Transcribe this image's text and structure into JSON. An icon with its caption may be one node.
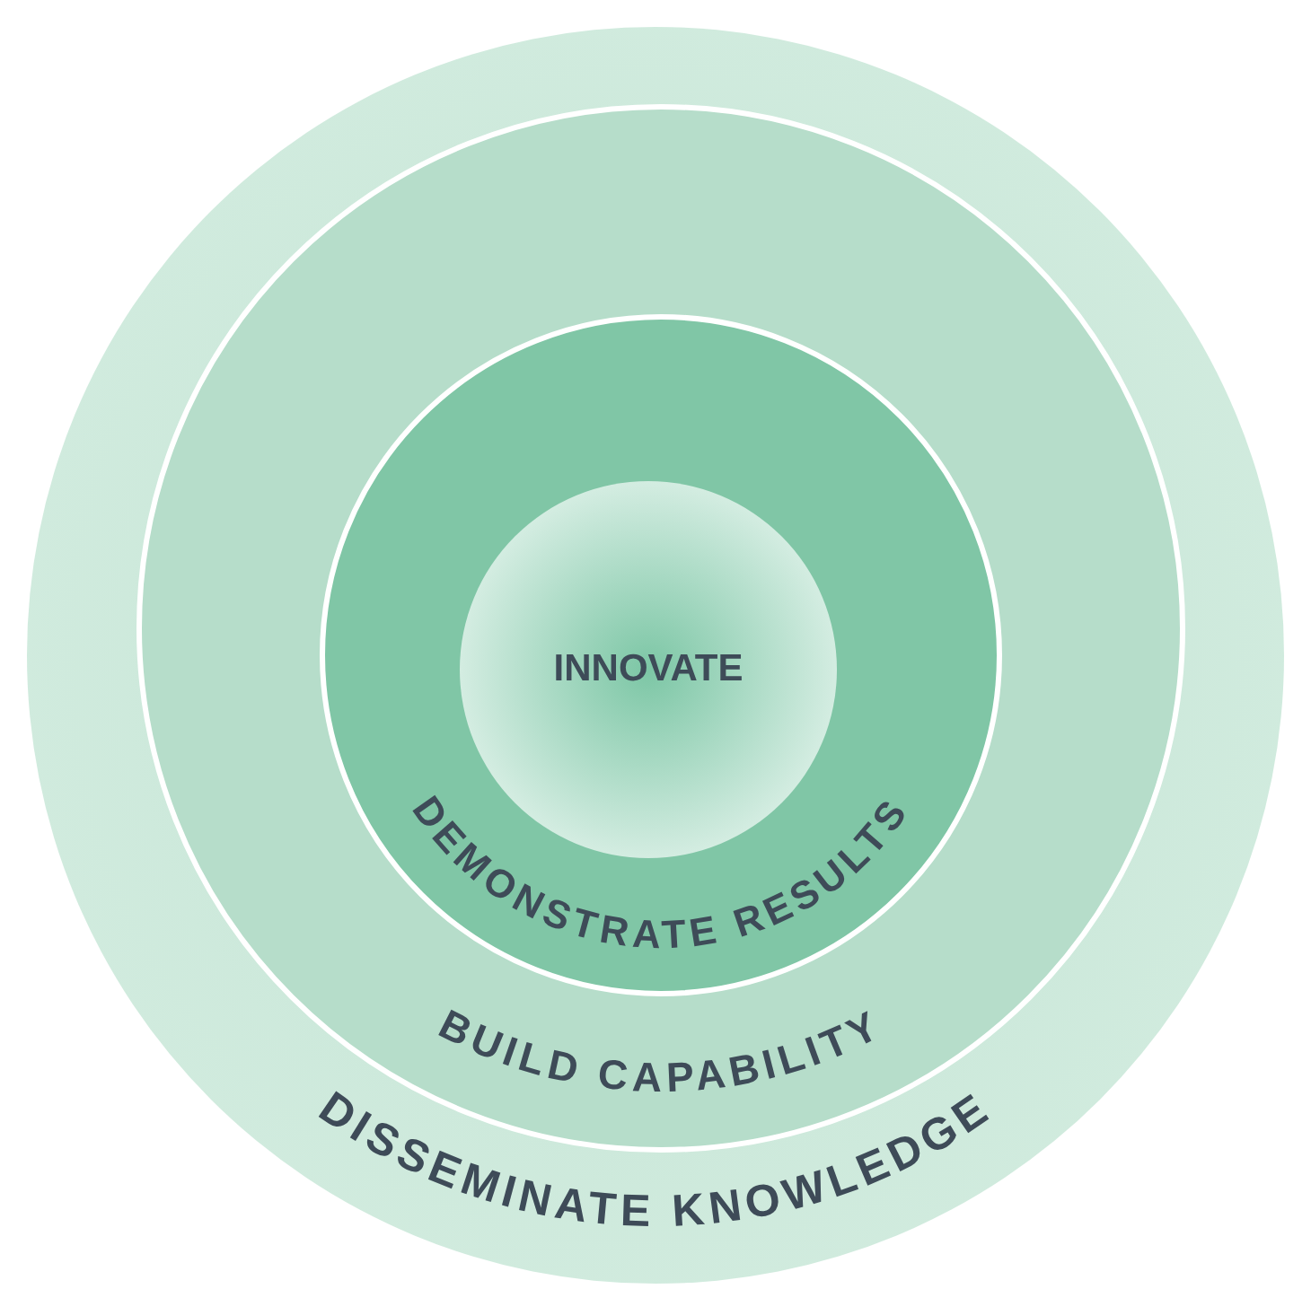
{
  "diagram": {
    "nodes": [
      {
        "text": [
          "DISSEMINATE KNOWLEDGE"
        ]
      },
      {
        "text": [
          "BUILD CAPABILITY"
        ],
        "in": 0
      },
      {
        "text": [
          "DEMONSTRATE RESULTS"
        ],
        "in": 1
      },
      {
        "text": [
          "INNOVATE"
        ],
        "in": 2
      }
    ]
  }
}
